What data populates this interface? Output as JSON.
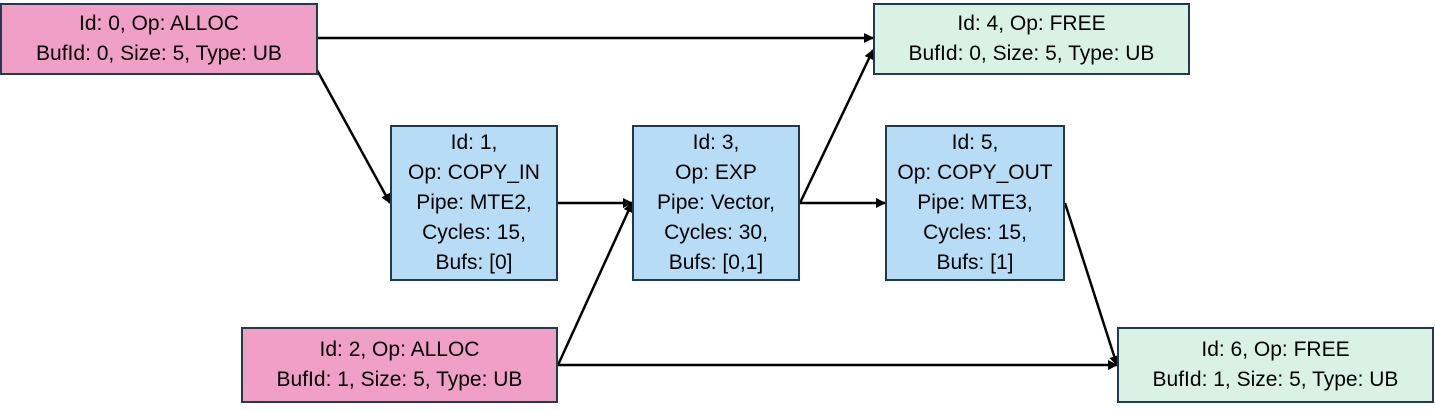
{
  "nodes": {
    "n0": {
      "lines": [
        "Id: 0, Op: ALLOC",
        "BufId: 0, Size: 5, Type: UB"
      ],
      "color": "#f09fc6"
    },
    "n1": {
      "lines": [
        "Id: 1,",
        "Op: COPY_IN",
        "Pipe: MTE2,",
        "Cycles: 15,",
        "Bufs: [0]"
      ],
      "color": "#b7dcf5"
    },
    "n2": {
      "lines": [
        "Id: 2, Op: ALLOC",
        "BufId: 1, Size: 5, Type: UB"
      ],
      "color": "#f09fc6"
    },
    "n3": {
      "lines": [
        "Id: 3,",
        "Op: EXP",
        "Pipe: Vector,",
        "Cycles: 30,",
        "Bufs: [0,1]"
      ],
      "color": "#b7dcf5"
    },
    "n4": {
      "lines": [
        "Id: 4, Op: FREE",
        "BufId: 0, Size: 5, Type: UB"
      ],
      "color": "#d9f2e3"
    },
    "n5": {
      "lines": [
        "Id: 5,",
        "Op: COPY_OUT",
        "Pipe: MTE3,",
        "Cycles: 15,",
        "Bufs: [1]"
      ],
      "color": "#b7dcf5"
    },
    "n6": {
      "lines": [
        "Id: 6, Op: FREE",
        "BufId: 1, Size: 5, Type: UB"
      ],
      "color": "#d9f2e3"
    }
  },
  "edges": [
    {
      "from": "0",
      "to": "4"
    },
    {
      "from": "0",
      "to": "1"
    },
    {
      "from": "1",
      "to": "3"
    },
    {
      "from": "2",
      "to": "3"
    },
    {
      "from": "2",
      "to": "6"
    },
    {
      "from": "3",
      "to": "4"
    },
    {
      "from": "3",
      "to": "5"
    },
    {
      "from": "5",
      "to": "6"
    }
  ]
}
